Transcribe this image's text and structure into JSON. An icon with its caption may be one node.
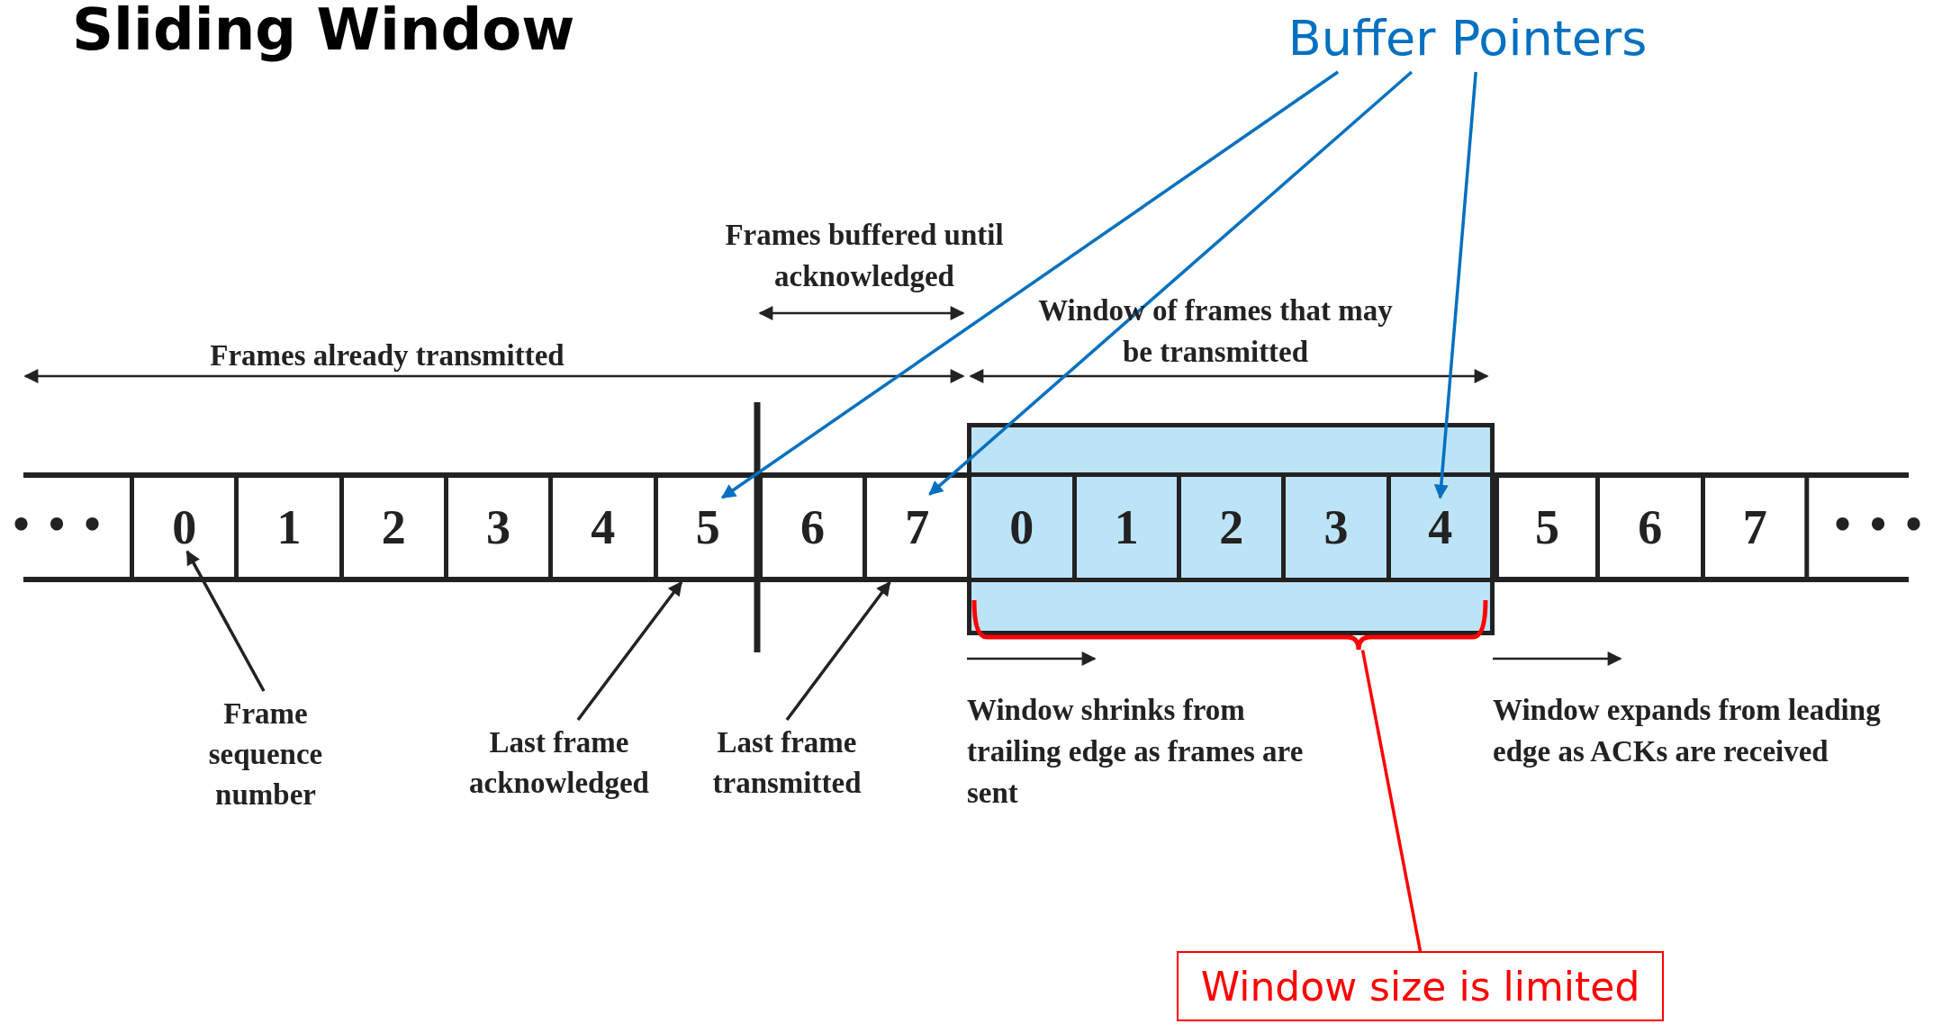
{
  "diagram": {
    "title": "Sliding Window",
    "nodes": [
      {
        "text": [
          "Buffer Pointers"
        ]
      },
      {
        "text": [
          "0"
        ]
      },
      {
        "text": [
          "1"
        ]
      },
      {
        "text": [
          "2"
        ]
      },
      {
        "text": [
          "3"
        ]
      },
      {
        "text": [
          "4"
        ]
      },
      {
        "text": [
          "5"
        ]
      },
      {
        "text": [
          "6"
        ]
      },
      {
        "text": [
          "7"
        ]
      },
      {
        "text": [],
        "shape": "box"
      },
      {
        "text": [
          "0"
        ],
        "in": 9
      },
      {
        "text": [
          "1"
        ],
        "in": 9
      },
      {
        "text": [
          "2"
        ],
        "in": 9
      },
      {
        "text": [
          "3"
        ],
        "in": 9
      },
      {
        "text": [
          "4"
        ],
        "in": 9
      },
      {
        "text": [
          "5"
        ]
      },
      {
        "text": [
          "6"
        ]
      },
      {
        "text": [
          "7"
        ]
      },
      {
        "text": [
          "Frame sequence number"
        ]
      },
      {
        "text": [
          "Last frame acknowledged"
        ]
      },
      {
        "text": [
          "Last frame transmitted"
        ]
      },
      {
        "text": [
          "Window size is limited"
        ]
      }
    ],
    "edges": [
      {
        "from": 0,
        "to": 6,
        "arrow": "to",
        "color": "#0070c0"
      },
      {
        "from": 0,
        "to": 8,
        "arrow": "to",
        "color": "#0070c0"
      },
      {
        "from": 0,
        "to": 14,
        "arrow": "to",
        "color": "#0070c0"
      },
      {
        "from": 18,
        "to": 1,
        "arrow": "to",
        "color": "#222222"
      },
      {
        "from": 19,
        "to": 6,
        "arrow": "to",
        "color": "#222222"
      },
      {
        "from": 20,
        "to": 8,
        "arrow": "to",
        "color": "#222222"
      },
      {
        "from": 21,
        "to": 9,
        "arrow": "none",
        "color": "#ff0000"
      }
    ],
    "labels": [
      "Frames buffered until acknowledged",
      "Window of frames that may be transmitted",
      "Frames already transmitted",
      "• • •",
      "• • •",
      "Window shrinks from trailing edge as frames are sent",
      "Window expands from leading edge as ACKs are received"
    ]
  }
}
